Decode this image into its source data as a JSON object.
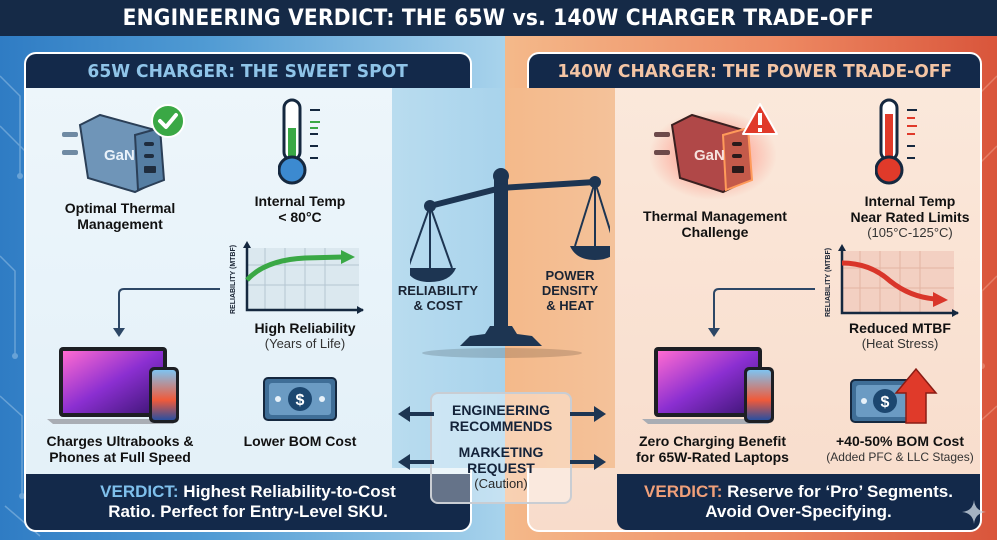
{
  "title": "ENGINEERING VERDICT: THE 65W vs. 140W CHARGER TRADE-OFF",
  "colors": {
    "navy": "#13294a",
    "left_bg": "#4f9ad3",
    "right_bg": "#ee8a63",
    "good_green": "#3aa845",
    "warn_red": "#e03a2a",
    "left_header_text": "#8fc4e8",
    "right_header_text": "#f3c4a4"
  },
  "left_panel": {
    "header": "65W CHARGER: THE SWEET SPOT",
    "charger": {
      "chip_label": "GaN",
      "status_icon": "check-badge-icon",
      "caption": "Optimal Thermal Management"
    },
    "temperature": {
      "line1": "Internal Temp",
      "line2": "< 80°C"
    },
    "reliability_chart": {
      "axis_label": "RELIABILITY (MTBF)",
      "title": "High Reliability",
      "subtitle": "(Years of Life)"
    },
    "devices": {
      "line1": "Charges Ultrabooks &",
      "line2": "Phones at Full Speed"
    },
    "cost": {
      "caption": "Lower BOM Cost",
      "symbol": "$"
    },
    "verdict": {
      "key": "VERDICT:",
      "line1": " Highest Reliability-to-Cost",
      "line2": "Ratio. Perfect for Entry-Level SKU."
    }
  },
  "right_panel": {
    "header": "140W CHARGER: THE POWER TRADE-OFF",
    "charger": {
      "chip_label": "GaN",
      "status_icon": "warning-triangle-icon",
      "caption_line1": "Thermal Management",
      "caption_line2": "Challenge"
    },
    "temperature": {
      "line1": "Internal Temp",
      "line2": "Near Rated Limits",
      "line3": "(105°C-125°C)"
    },
    "reliability_chart": {
      "axis_label": "RELIABILITY (MTBF)",
      "title": "Reduced MTBF",
      "subtitle": "(Heat Stress)"
    },
    "devices": {
      "line1": "Zero Charging Benefit",
      "line2": "for 65W-Rated Laptops"
    },
    "cost": {
      "caption": "+40-50% BOM Cost",
      "sub": "(Added PFC & LLC Stages)",
      "symbol": "$"
    },
    "verdict": {
      "key": "VERDICT:",
      "line1": " Reserve for ‘Pro’ Segments.",
      "line2": "Avoid Over-Specifying."
    }
  },
  "center": {
    "scale_left": {
      "line1": "RELIABILITY",
      "line2": "& COST"
    },
    "scale_right": {
      "line1": "POWER",
      "line2": "DENSITY",
      "line3": "& HEAT"
    },
    "decision": {
      "engineering_line1": "ENGINEERING",
      "engineering_line2": "RECOMMENDS",
      "marketing_line1": "MARKETING",
      "marketing_line2": "REQUEST",
      "marketing_note": "(Caution)"
    }
  }
}
